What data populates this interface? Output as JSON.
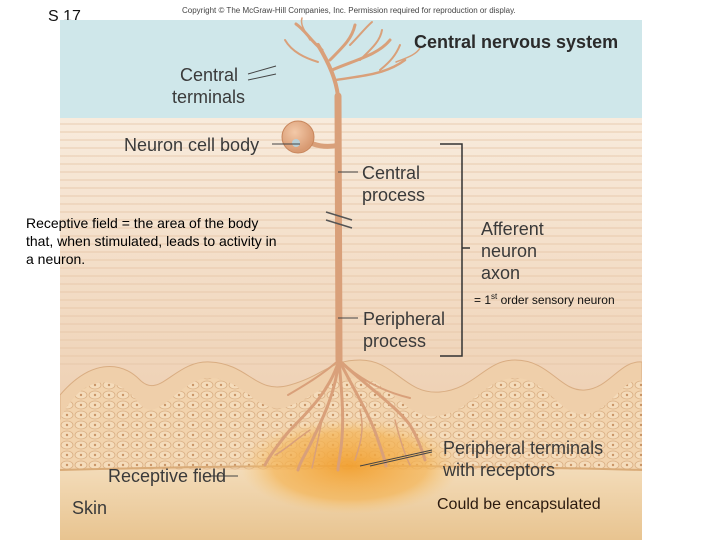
{
  "slide_number": "S 17",
  "copyright": "Copyright © The McGraw-Hill Companies, Inc. Permission required for reproduction or display.",
  "region_title": "Central nervous system",
  "labels": {
    "central_terminals_1": "Central",
    "central_terminals_2": "terminals",
    "neuron_cell_body": "Neuron cell body",
    "central_process_1": "Central",
    "central_process_2": "process",
    "afferent_1": "Afferent",
    "afferent_2": "neuron",
    "afferent_3": "axon",
    "peripheral_process_1": "Peripheral",
    "peripheral_process_2": "process",
    "peripheral_terminals_1": "Peripheral terminals",
    "peripheral_terminals_2": "with receptors",
    "receptive_field": "Receptive field",
    "skin": "Skin"
  },
  "annotations": {
    "definition": "Receptive field = the area of the body that, when  stimulated, leads to activity in a neuron.",
    "order_prefix": "= 1",
    "order_sup": "st",
    "order_suffix": " order sensory neuron",
    "encapsulated": "Could be encapsulated"
  },
  "colors": {
    "cns_band": "#cfe7ea",
    "tissue_light": "#f5e3d0",
    "tissue_mid": "#ecc9a8",
    "skin": "#ecc99a",
    "neuron": "#dca47f",
    "receptive_glow": "#f2a640"
  }
}
